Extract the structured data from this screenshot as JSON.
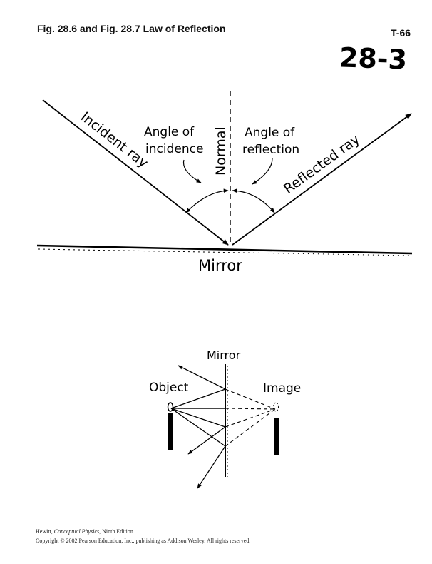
{
  "header": {
    "title": "Fig. 28.6 and Fig. 28.7  Law of Reflection",
    "code": "T-66",
    "handwritten_number": "28-3"
  },
  "fig_top": {
    "labels": {
      "incident_ray": "Incident ray",
      "reflected_ray": "Reflected ray",
      "normal": "Normal",
      "angle_incidence_1": "Angle of",
      "angle_incidence_2": "incidence",
      "angle_reflection_1": "Angle of",
      "angle_reflection_2": "reflection",
      "mirror": "Mirror"
    }
  },
  "fig_bottom": {
    "labels": {
      "mirror": "Mirror",
      "object": "Object",
      "image": "Image"
    }
  },
  "footer": {
    "line1_author": "Hewitt, ",
    "line1_book": "Conceptual Physics",
    "line1_edition": ", Ninth Edition.",
    "line2": "Copyright © 2002 Pearson Education, Inc., publishing as Addison Wesley.   All rights reserved."
  }
}
